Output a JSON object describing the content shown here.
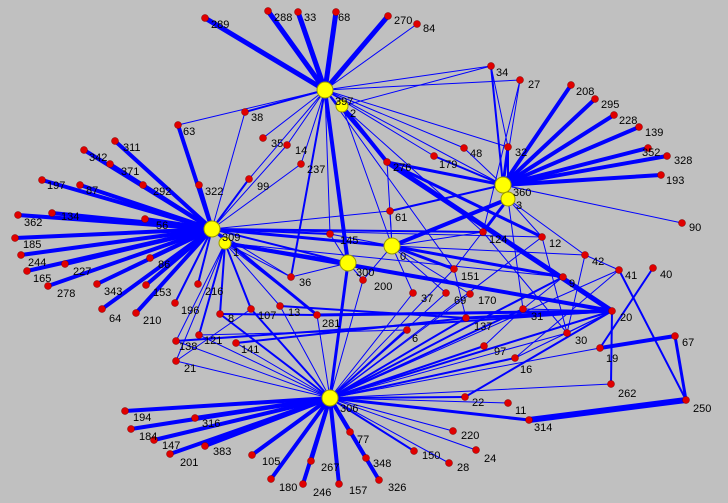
{
  "graph": {
    "colors": {
      "background": "#c0c0c0",
      "edge": "#0000ff",
      "node": "#e00000",
      "hub": "#ffff00"
    },
    "hubs": [
      "397",
      "309",
      "360",
      "0",
      "300",
      "306",
      "1",
      "2",
      "3"
    ],
    "nodes": [
      "289",
      "288",
      "33",
      "68",
      "270",
      "84",
      "34",
      "27",
      "208",
      "295",
      "228",
      "139",
      "352",
      "328",
      "193",
      "90",
      "38",
      "63",
      "35",
      "14",
      "237",
      "276",
      "179",
      "48",
      "32",
      "311",
      "342",
      "371",
      "292",
      "322",
      "99",
      "197",
      "87",
      "362",
      "134",
      "56",
      "185",
      "244",
      "165",
      "227",
      "86",
      "278",
      "343",
      "153",
      "64",
      "210",
      "196",
      "216",
      "36",
      "145",
      "61",
      "124",
      "12",
      "151",
      "42",
      "41",
      "40",
      "37",
      "69",
      "170",
      "9",
      "200",
      "8",
      "107",
      "13",
      "281",
      "138",
      "121",
      "141",
      "21",
      "6",
      "137",
      "31",
      "20",
      "67",
      "30",
      "19",
      "97",
      "16",
      "262",
      "250",
      "22",
      "11",
      "314",
      "194",
      "316",
      "184",
      "147",
      "201",
      "383",
      "105",
      "267",
      "77",
      "348",
      "180",
      "246",
      "157",
      "326",
      "220",
      "24",
      "150",
      "28"
    ]
  }
}
